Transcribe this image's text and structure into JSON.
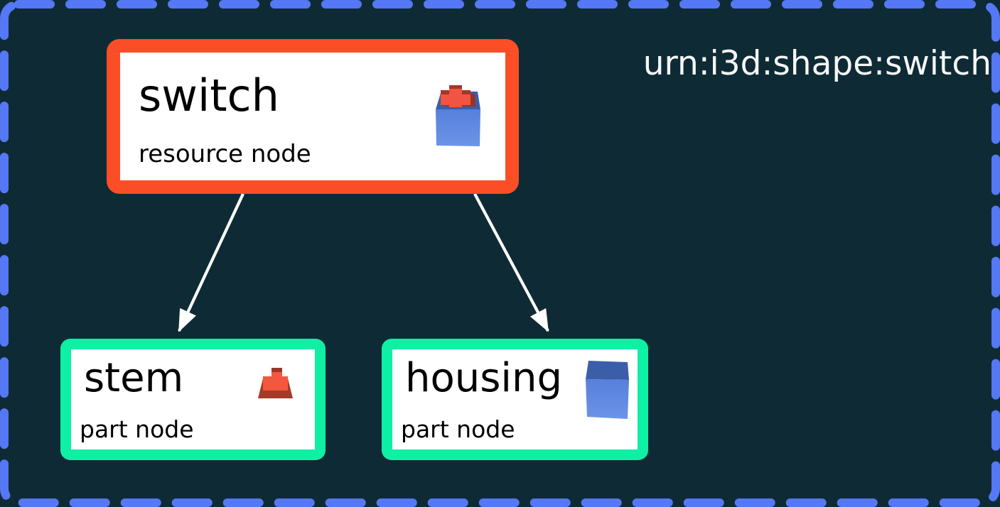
{
  "header": {
    "title": "urn:i3d:shape:switch"
  },
  "nodes": [
    {
      "id": "switch",
      "label": "switch",
      "type_label": "resource node",
      "border_color": "#fb4e26",
      "icon": "switch-3d-icon"
    },
    {
      "id": "stem",
      "label": "stem",
      "type_label": "part node",
      "border_color": "#0ef0a4",
      "icon": "stem-3d-icon"
    },
    {
      "id": "housing",
      "label": "housing",
      "type_label": "part node",
      "border_color": "#0ef0a4",
      "icon": "housing-3d-icon"
    }
  ],
  "edges": [
    {
      "from": "switch",
      "to": "stem"
    },
    {
      "from": "switch",
      "to": "housing"
    }
  ],
  "colors": {
    "background": "#0e2b35",
    "frame_dash": "#5578f6",
    "resource_node_border": "#fb4e26",
    "part_node_border": "#0ef0a4",
    "node_fill": "#ffffff",
    "edge": "#ffffff",
    "title_text": "#f7f7f7",
    "node_text": "#000000",
    "cube_top": "#3b5ea8",
    "cube_front": "#5b84dd",
    "stem_bright_red": "#f3573f",
    "stem_dark_red": "#a43b27"
  }
}
